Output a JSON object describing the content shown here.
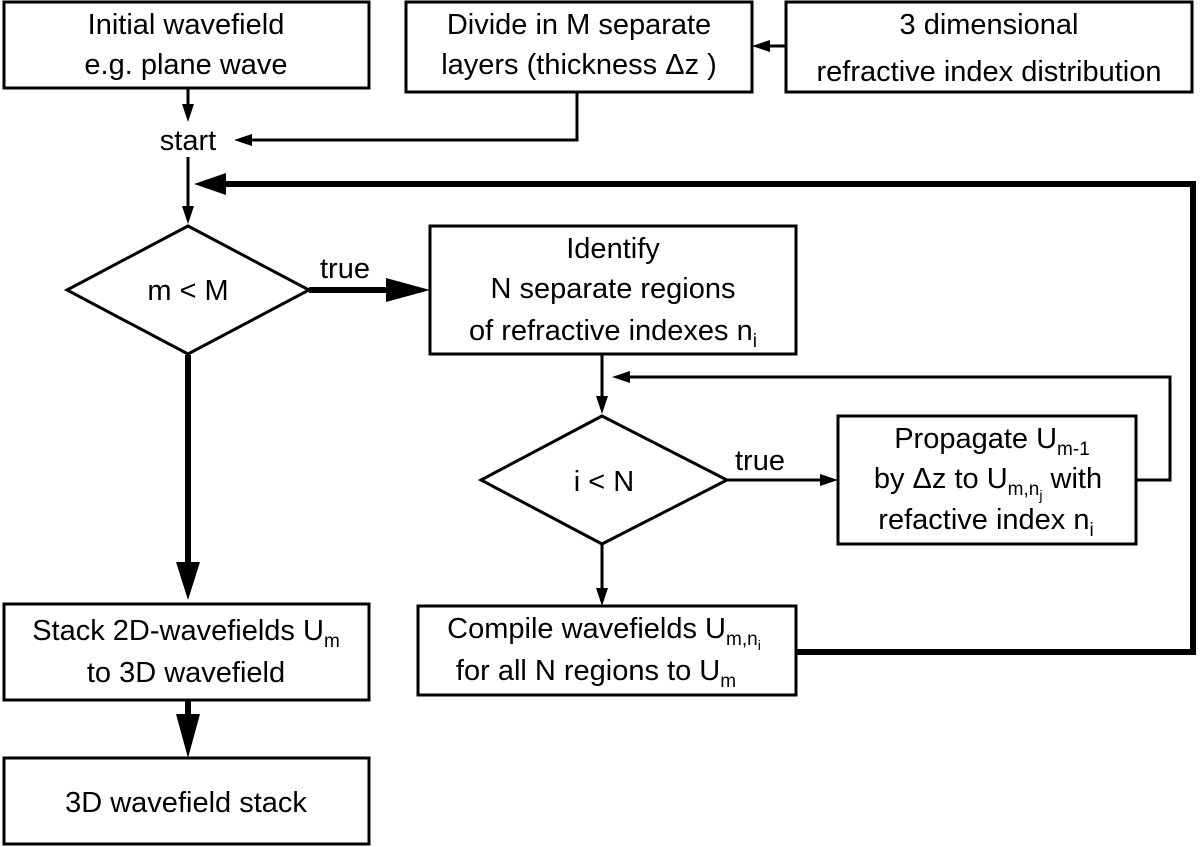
{
  "nodes": {
    "initial_wavefield": {
      "line1": "Initial wavefield",
      "line2": "e.g. plane wave"
    },
    "divide_layers": {
      "line1": "Divide in M separate",
      "line2": "layers (thickness Δz )"
    },
    "refractive_distribution": {
      "line1": "3 dimensional",
      "line2": "refractive index distribution"
    },
    "start": {
      "label": "start"
    },
    "decision_m": {
      "label": "m < M"
    },
    "identify_regions": {
      "line1": "Identify",
      "line2": "N separate regions",
      "line3": "of refractive indexes n",
      "line3_sub": "i"
    },
    "decision_i": {
      "label": "i < N"
    },
    "propagate": {
      "line1": "Propagate U",
      "line1_sub": "m-1",
      "line2_a": "by Δz to U",
      "line2_sub": "m,n",
      "line2_subsub": "j",
      "line2_b": " with",
      "line3": "refactive index n",
      "line3_sub": "i"
    },
    "stack": {
      "line1": "Stack 2D-wavefields U",
      "line1_sub": "m",
      "line2": "to 3D wavefield"
    },
    "compile": {
      "line1": "Compile wavefields U",
      "line1_sub": "m,n",
      "line1_subsub": "i",
      "line2": "for all N regions to U",
      "line2_sub": "m"
    },
    "result": {
      "label": "3D wavefield stack"
    }
  },
  "edges": {
    "true_m": "true",
    "true_i": "true"
  }
}
